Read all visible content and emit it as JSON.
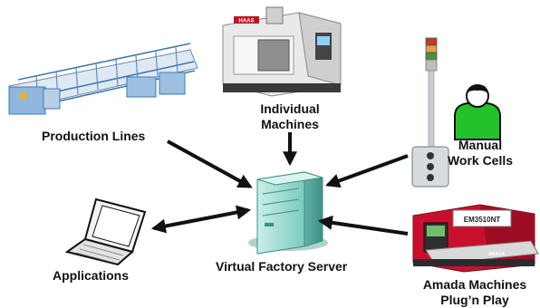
{
  "nodes": {
    "production_lines": {
      "label": "Production Lines"
    },
    "individual_machines": {
      "label_line1": "Individual",
      "label_line2": "Machines"
    },
    "manual_work_cells": {
      "label_line1": "Manual",
      "label_line2": "Work Cells"
    },
    "applications": {
      "label": "Applications"
    },
    "virtual_factory_server": {
      "label": "Virtual Factory Server"
    },
    "amada_machines": {
      "label_line1": "Amada Machines",
      "label_line2": "Plug’n Play"
    }
  },
  "brand_text": {
    "machine_logo": "HAAS",
    "panel_logo": "EM3510NT",
    "panel_maker": "AMADA"
  },
  "colors": {
    "arrow": "#111111",
    "server_body": "#9fdcd3",
    "server_dark": "#5fb3a6",
    "person_green": "#22c22a",
    "amada_red": "#c8102e"
  },
  "icons": {
    "production_line": "production-line-icon",
    "cnc_machine": "cnc-machine-icon",
    "stack_light": "stack-light-icon",
    "person": "person-icon",
    "laptop": "laptop-icon",
    "server": "server-icon",
    "punch_press": "punch-press-icon"
  }
}
